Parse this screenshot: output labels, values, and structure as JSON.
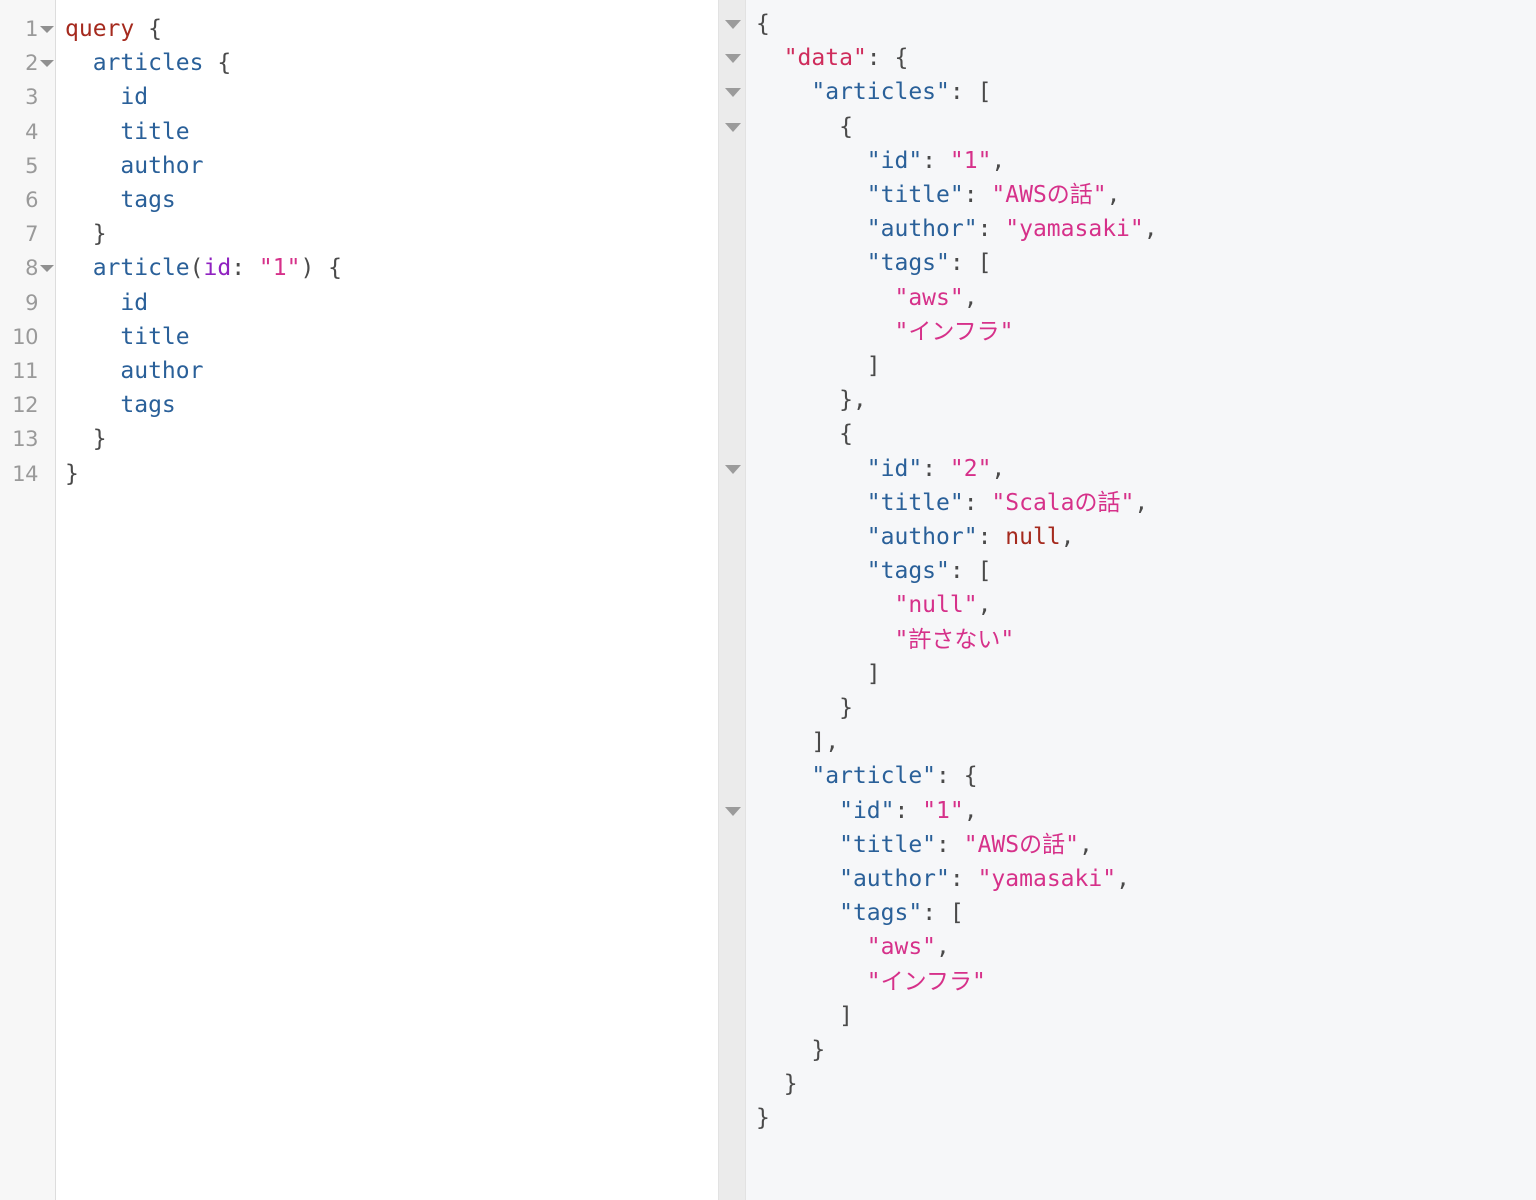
{
  "editor": {
    "name": "graphql-query-editor",
    "language": "graphql",
    "gutter": {
      "line_numbers": [
        "1",
        "2",
        "3",
        "4",
        "5",
        "6",
        "7",
        "8",
        "9",
        "10",
        "11",
        "12",
        "13",
        "14"
      ],
      "fold_arrow_lines": [
        1,
        2,
        8
      ],
      "fold_arrow_icon": "chevron-down-icon"
    },
    "lines": [
      {
        "n": "1",
        "tokens": [
          {
            "t": "kw",
            "v": "query"
          },
          {
            "t": "punc",
            "v": " {"
          }
        ]
      },
      {
        "n": "2",
        "tokens": [
          {
            "t": "punc",
            "v": "  "
          },
          {
            "t": "field",
            "v": "articles"
          },
          {
            "t": "punc",
            "v": " {"
          }
        ]
      },
      {
        "n": "3",
        "tokens": [
          {
            "t": "punc",
            "v": "    "
          },
          {
            "t": "field",
            "v": "id"
          }
        ]
      },
      {
        "n": "4",
        "tokens": [
          {
            "t": "punc",
            "v": "    "
          },
          {
            "t": "field",
            "v": "title"
          }
        ]
      },
      {
        "n": "5",
        "tokens": [
          {
            "t": "punc",
            "v": "    "
          },
          {
            "t": "field",
            "v": "author"
          }
        ]
      },
      {
        "n": "6",
        "tokens": [
          {
            "t": "punc",
            "v": "    "
          },
          {
            "t": "field",
            "v": "tags"
          }
        ]
      },
      {
        "n": "7",
        "tokens": [
          {
            "t": "punc",
            "v": "  }"
          }
        ]
      },
      {
        "n": "8",
        "tokens": [
          {
            "t": "punc",
            "v": "  "
          },
          {
            "t": "field",
            "v": "article"
          },
          {
            "t": "punc",
            "v": "("
          },
          {
            "t": "arg",
            "v": "id"
          },
          {
            "t": "punc",
            "v": ": "
          },
          {
            "t": "str",
            "v": "\"1\""
          },
          {
            "t": "punc",
            "v": ") {"
          }
        ]
      },
      {
        "n": "9",
        "tokens": [
          {
            "t": "punc",
            "v": "    "
          },
          {
            "t": "field",
            "v": "id"
          }
        ]
      },
      {
        "n": "10",
        "tokens": [
          {
            "t": "punc",
            "v": "    "
          },
          {
            "t": "field",
            "v": "title"
          }
        ]
      },
      {
        "n": "11",
        "tokens": [
          {
            "t": "punc",
            "v": "    "
          },
          {
            "t": "field",
            "v": "author"
          }
        ]
      },
      {
        "n": "12",
        "tokens": [
          {
            "t": "punc",
            "v": "    "
          },
          {
            "t": "field",
            "v": "tags"
          }
        ]
      },
      {
        "n": "13",
        "tokens": [
          {
            "t": "punc",
            "v": "  }"
          }
        ]
      },
      {
        "n": "14",
        "tokens": [
          {
            "t": "punc",
            "v": "}"
          }
        ]
      }
    ],
    "query_text": "query {\n  articles {\n    id\n    title\n    author\n    tags\n  }\n  article(id: \"1\") {\n    id\n    title\n    author\n    tags\n  }\n}"
  },
  "result": {
    "name": "graphql-response-viewer",
    "language": "json",
    "gutter": {
      "fold_arrow_lines": [
        1,
        2,
        3,
        4,
        14,
        24
      ],
      "fold_arrow_icon": "chevron-down-icon"
    },
    "response_json": {
      "data": {
        "articles": [
          {
            "id": "1",
            "title": "AWSの話",
            "author": "yamasaki",
            "tags": [
              "aws",
              "インフラ"
            ]
          },
          {
            "id": "2",
            "title": "Scalaの話",
            "author": null,
            "tags": [
              "null",
              "許さない"
            ]
          }
        ],
        "article": {
          "id": "1",
          "title": "AWSの話",
          "author": "yamasaki",
          "tags": [
            "aws",
            "インフラ"
          ]
        }
      }
    },
    "lines": [
      {
        "n": 1,
        "tokens": [
          {
            "t": "punc",
            "v": "{"
          }
        ]
      },
      {
        "n": 2,
        "tokens": [
          {
            "t": "punc",
            "v": "  "
          },
          {
            "t": "root",
            "v": "\"data\""
          },
          {
            "t": "punc",
            "v": ": {"
          }
        ]
      },
      {
        "n": 3,
        "tokens": [
          {
            "t": "punc",
            "v": "    "
          },
          {
            "t": "key",
            "v": "\"articles\""
          },
          {
            "t": "punc",
            "v": ": ["
          }
        ]
      },
      {
        "n": 4,
        "tokens": [
          {
            "t": "punc",
            "v": "      {"
          }
        ]
      },
      {
        "n": 5,
        "tokens": [
          {
            "t": "punc",
            "v": "        "
          },
          {
            "t": "key",
            "v": "\"id\""
          },
          {
            "t": "punc",
            "v": ": "
          },
          {
            "t": "str",
            "v": "\"1\""
          },
          {
            "t": "punc",
            "v": ","
          }
        ]
      },
      {
        "n": 6,
        "tokens": [
          {
            "t": "punc",
            "v": "        "
          },
          {
            "t": "key",
            "v": "\"title\""
          },
          {
            "t": "punc",
            "v": ": "
          },
          {
            "t": "str",
            "v": "\"AWSの話\""
          },
          {
            "t": "punc",
            "v": ","
          }
        ]
      },
      {
        "n": 7,
        "tokens": [
          {
            "t": "punc",
            "v": "        "
          },
          {
            "t": "key",
            "v": "\"author\""
          },
          {
            "t": "punc",
            "v": ": "
          },
          {
            "t": "str",
            "v": "\"yamasaki\""
          },
          {
            "t": "punc",
            "v": ","
          }
        ]
      },
      {
        "n": 8,
        "tokens": [
          {
            "t": "punc",
            "v": "        "
          },
          {
            "t": "key",
            "v": "\"tags\""
          },
          {
            "t": "punc",
            "v": ": ["
          }
        ]
      },
      {
        "n": 9,
        "tokens": [
          {
            "t": "punc",
            "v": "          "
          },
          {
            "t": "str",
            "v": "\"aws\""
          },
          {
            "t": "punc",
            "v": ","
          }
        ]
      },
      {
        "n": 10,
        "tokens": [
          {
            "t": "punc",
            "v": "          "
          },
          {
            "t": "str",
            "v": "\"インフラ\""
          }
        ]
      },
      {
        "n": 11,
        "tokens": [
          {
            "t": "punc",
            "v": "        ]"
          }
        ]
      },
      {
        "n": 12,
        "tokens": [
          {
            "t": "punc",
            "v": "      },"
          }
        ]
      },
      {
        "n": 13,
        "tokens": [
          {
            "t": "punc",
            "v": "      {"
          }
        ]
      },
      {
        "n": 14,
        "tokens": [
          {
            "t": "punc",
            "v": "        "
          },
          {
            "t": "key",
            "v": "\"id\""
          },
          {
            "t": "punc",
            "v": ": "
          },
          {
            "t": "str",
            "v": "\"2\""
          },
          {
            "t": "punc",
            "v": ","
          }
        ]
      },
      {
        "n": 15,
        "tokens": [
          {
            "t": "punc",
            "v": "        "
          },
          {
            "t": "key",
            "v": "\"title\""
          },
          {
            "t": "punc",
            "v": ": "
          },
          {
            "t": "str",
            "v": "\"Scalaの話\""
          },
          {
            "t": "punc",
            "v": ","
          }
        ]
      },
      {
        "n": 16,
        "tokens": [
          {
            "t": "punc",
            "v": "        "
          },
          {
            "t": "key",
            "v": "\"author\""
          },
          {
            "t": "punc",
            "v": ": "
          },
          {
            "t": "null",
            "v": "null"
          },
          {
            "t": "punc",
            "v": ","
          }
        ]
      },
      {
        "n": 17,
        "tokens": [
          {
            "t": "punc",
            "v": "        "
          },
          {
            "t": "key",
            "v": "\"tags\""
          },
          {
            "t": "punc",
            "v": ": ["
          }
        ]
      },
      {
        "n": 18,
        "tokens": [
          {
            "t": "punc",
            "v": "          "
          },
          {
            "t": "str",
            "v": "\"null\""
          },
          {
            "t": "punc",
            "v": ","
          }
        ]
      },
      {
        "n": 19,
        "tokens": [
          {
            "t": "punc",
            "v": "          "
          },
          {
            "t": "str",
            "v": "\"許さない\""
          }
        ]
      },
      {
        "n": 20,
        "tokens": [
          {
            "t": "punc",
            "v": "        ]"
          }
        ]
      },
      {
        "n": 21,
        "tokens": [
          {
            "t": "punc",
            "v": "      }"
          }
        ]
      },
      {
        "n": 22,
        "tokens": [
          {
            "t": "punc",
            "v": "    ],"
          }
        ]
      },
      {
        "n": 23,
        "tokens": [
          {
            "t": "punc",
            "v": "    "
          },
          {
            "t": "key",
            "v": "\"article\""
          },
          {
            "t": "punc",
            "v": ": {"
          }
        ]
      },
      {
        "n": 24,
        "tokens": [
          {
            "t": "punc",
            "v": "      "
          },
          {
            "t": "key",
            "v": "\"id\""
          },
          {
            "t": "punc",
            "v": ": "
          },
          {
            "t": "str",
            "v": "\"1\""
          },
          {
            "t": "punc",
            "v": ","
          }
        ]
      },
      {
        "n": 25,
        "tokens": [
          {
            "t": "punc",
            "v": "      "
          },
          {
            "t": "key",
            "v": "\"title\""
          },
          {
            "t": "punc",
            "v": ": "
          },
          {
            "t": "str",
            "v": "\"AWSの話\""
          },
          {
            "t": "punc",
            "v": ","
          }
        ]
      },
      {
        "n": 26,
        "tokens": [
          {
            "t": "punc",
            "v": "      "
          },
          {
            "t": "key",
            "v": "\"author\""
          },
          {
            "t": "punc",
            "v": ": "
          },
          {
            "t": "str",
            "v": "\"yamasaki\""
          },
          {
            "t": "punc",
            "v": ","
          }
        ]
      },
      {
        "n": 27,
        "tokens": [
          {
            "t": "punc",
            "v": "      "
          },
          {
            "t": "key",
            "v": "\"tags\""
          },
          {
            "t": "punc",
            "v": ": ["
          }
        ]
      },
      {
        "n": 28,
        "tokens": [
          {
            "t": "punc",
            "v": "        "
          },
          {
            "t": "str",
            "v": "\"aws\""
          },
          {
            "t": "punc",
            "v": ","
          }
        ]
      },
      {
        "n": 29,
        "tokens": [
          {
            "t": "punc",
            "v": "        "
          },
          {
            "t": "str",
            "v": "\"インフラ\""
          }
        ]
      },
      {
        "n": 30,
        "tokens": [
          {
            "t": "punc",
            "v": "      ]"
          }
        ]
      },
      {
        "n": 31,
        "tokens": [
          {
            "t": "punc",
            "v": "    }"
          }
        ]
      },
      {
        "n": 32,
        "tokens": [
          {
            "t": "punc",
            "v": "  }"
          }
        ]
      },
      {
        "n": 33,
        "tokens": [
          {
            "t": "punc",
            "v": "}"
          }
        ]
      }
    ]
  },
  "colors": {
    "query_keyword": "#a52a1e",
    "query_field": "#2a6099",
    "query_argument": "#9022c0",
    "query_string": "#d6318a",
    "json_root_key": "#cf2c5c",
    "json_key": "#2a6099",
    "json_string": "#d6318a",
    "json_null": "#a52a1e",
    "punctuation": "#4a4a4a",
    "gutter_number": "#9a9a9a",
    "query_background": "#ffffff",
    "result_background": "#f6f7f9",
    "query_gutter_background": "#f7f7f7",
    "result_gutter_background": "#ebebeb"
  }
}
